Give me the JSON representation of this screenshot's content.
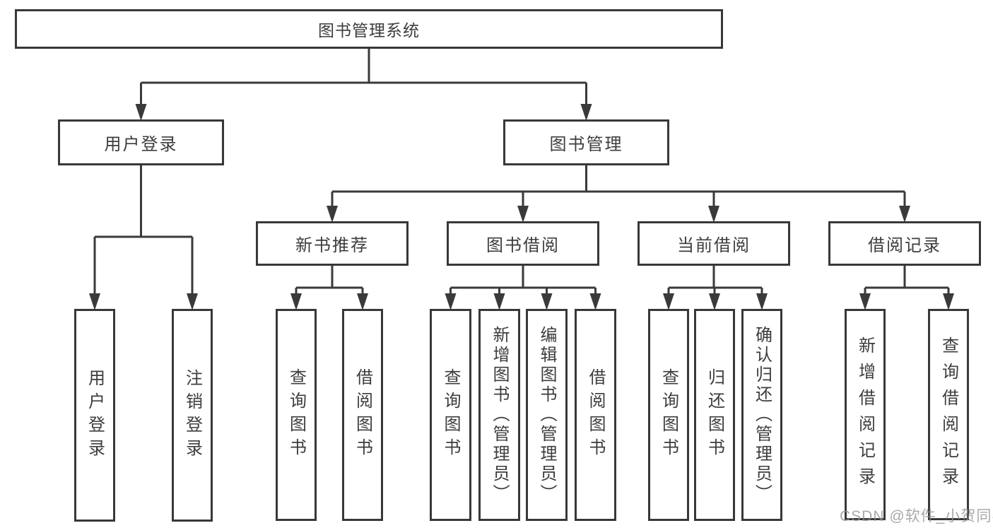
{
  "diagram_title": "图书管理系统",
  "watermark": "CSDN @软件_小贺同学",
  "colors": {
    "line": "#3a3a3a",
    "box_border": "#383838",
    "text": "#3d3d3d",
    "background": "#ffffff",
    "watermark": "#919191"
  },
  "nodes": [
    {
      "id": "root",
      "label": "图书管理系统",
      "parent": null
    },
    {
      "id": "login",
      "label": "用户登录",
      "parent": "root"
    },
    {
      "id": "mgmt",
      "label": "图书管理",
      "parent": "root"
    },
    {
      "id": "rec",
      "label": "新书推荐",
      "parent": "mgmt"
    },
    {
      "id": "borrow",
      "label": "图书借阅",
      "parent": "mgmt"
    },
    {
      "id": "current",
      "label": "当前借阅",
      "parent": "mgmt"
    },
    {
      "id": "records",
      "label": "借阅记录",
      "parent": "mgmt"
    },
    {
      "id": "login-user",
      "label": "用户登录",
      "parent": "login"
    },
    {
      "id": "login-logout",
      "label": "注销登录",
      "parent": "login"
    },
    {
      "id": "rec-query",
      "label": "查询图书",
      "parent": "rec"
    },
    {
      "id": "rec-borrow",
      "label": "借阅图书",
      "parent": "rec"
    },
    {
      "id": "bor-query",
      "label": "查询图书",
      "parent": "borrow"
    },
    {
      "id": "bor-add",
      "label": "新增图书（管理员）",
      "parent": "borrow"
    },
    {
      "id": "bor-edit",
      "label": "编辑图书（管理员）",
      "parent": "borrow"
    },
    {
      "id": "bor-borrow",
      "label": "借阅图书",
      "parent": "borrow"
    },
    {
      "id": "cur-query",
      "label": "查询图书",
      "parent": "current"
    },
    {
      "id": "cur-return",
      "label": "归还图书",
      "parent": "current"
    },
    {
      "id": "cur-confirm",
      "label": "确认归还（管理员）",
      "parent": "current"
    },
    {
      "id": "rcd-add",
      "label": "新增借阅记录",
      "parent": "records"
    },
    {
      "id": "rcd-query",
      "label": "查询借阅记录",
      "parent": "records"
    }
  ]
}
